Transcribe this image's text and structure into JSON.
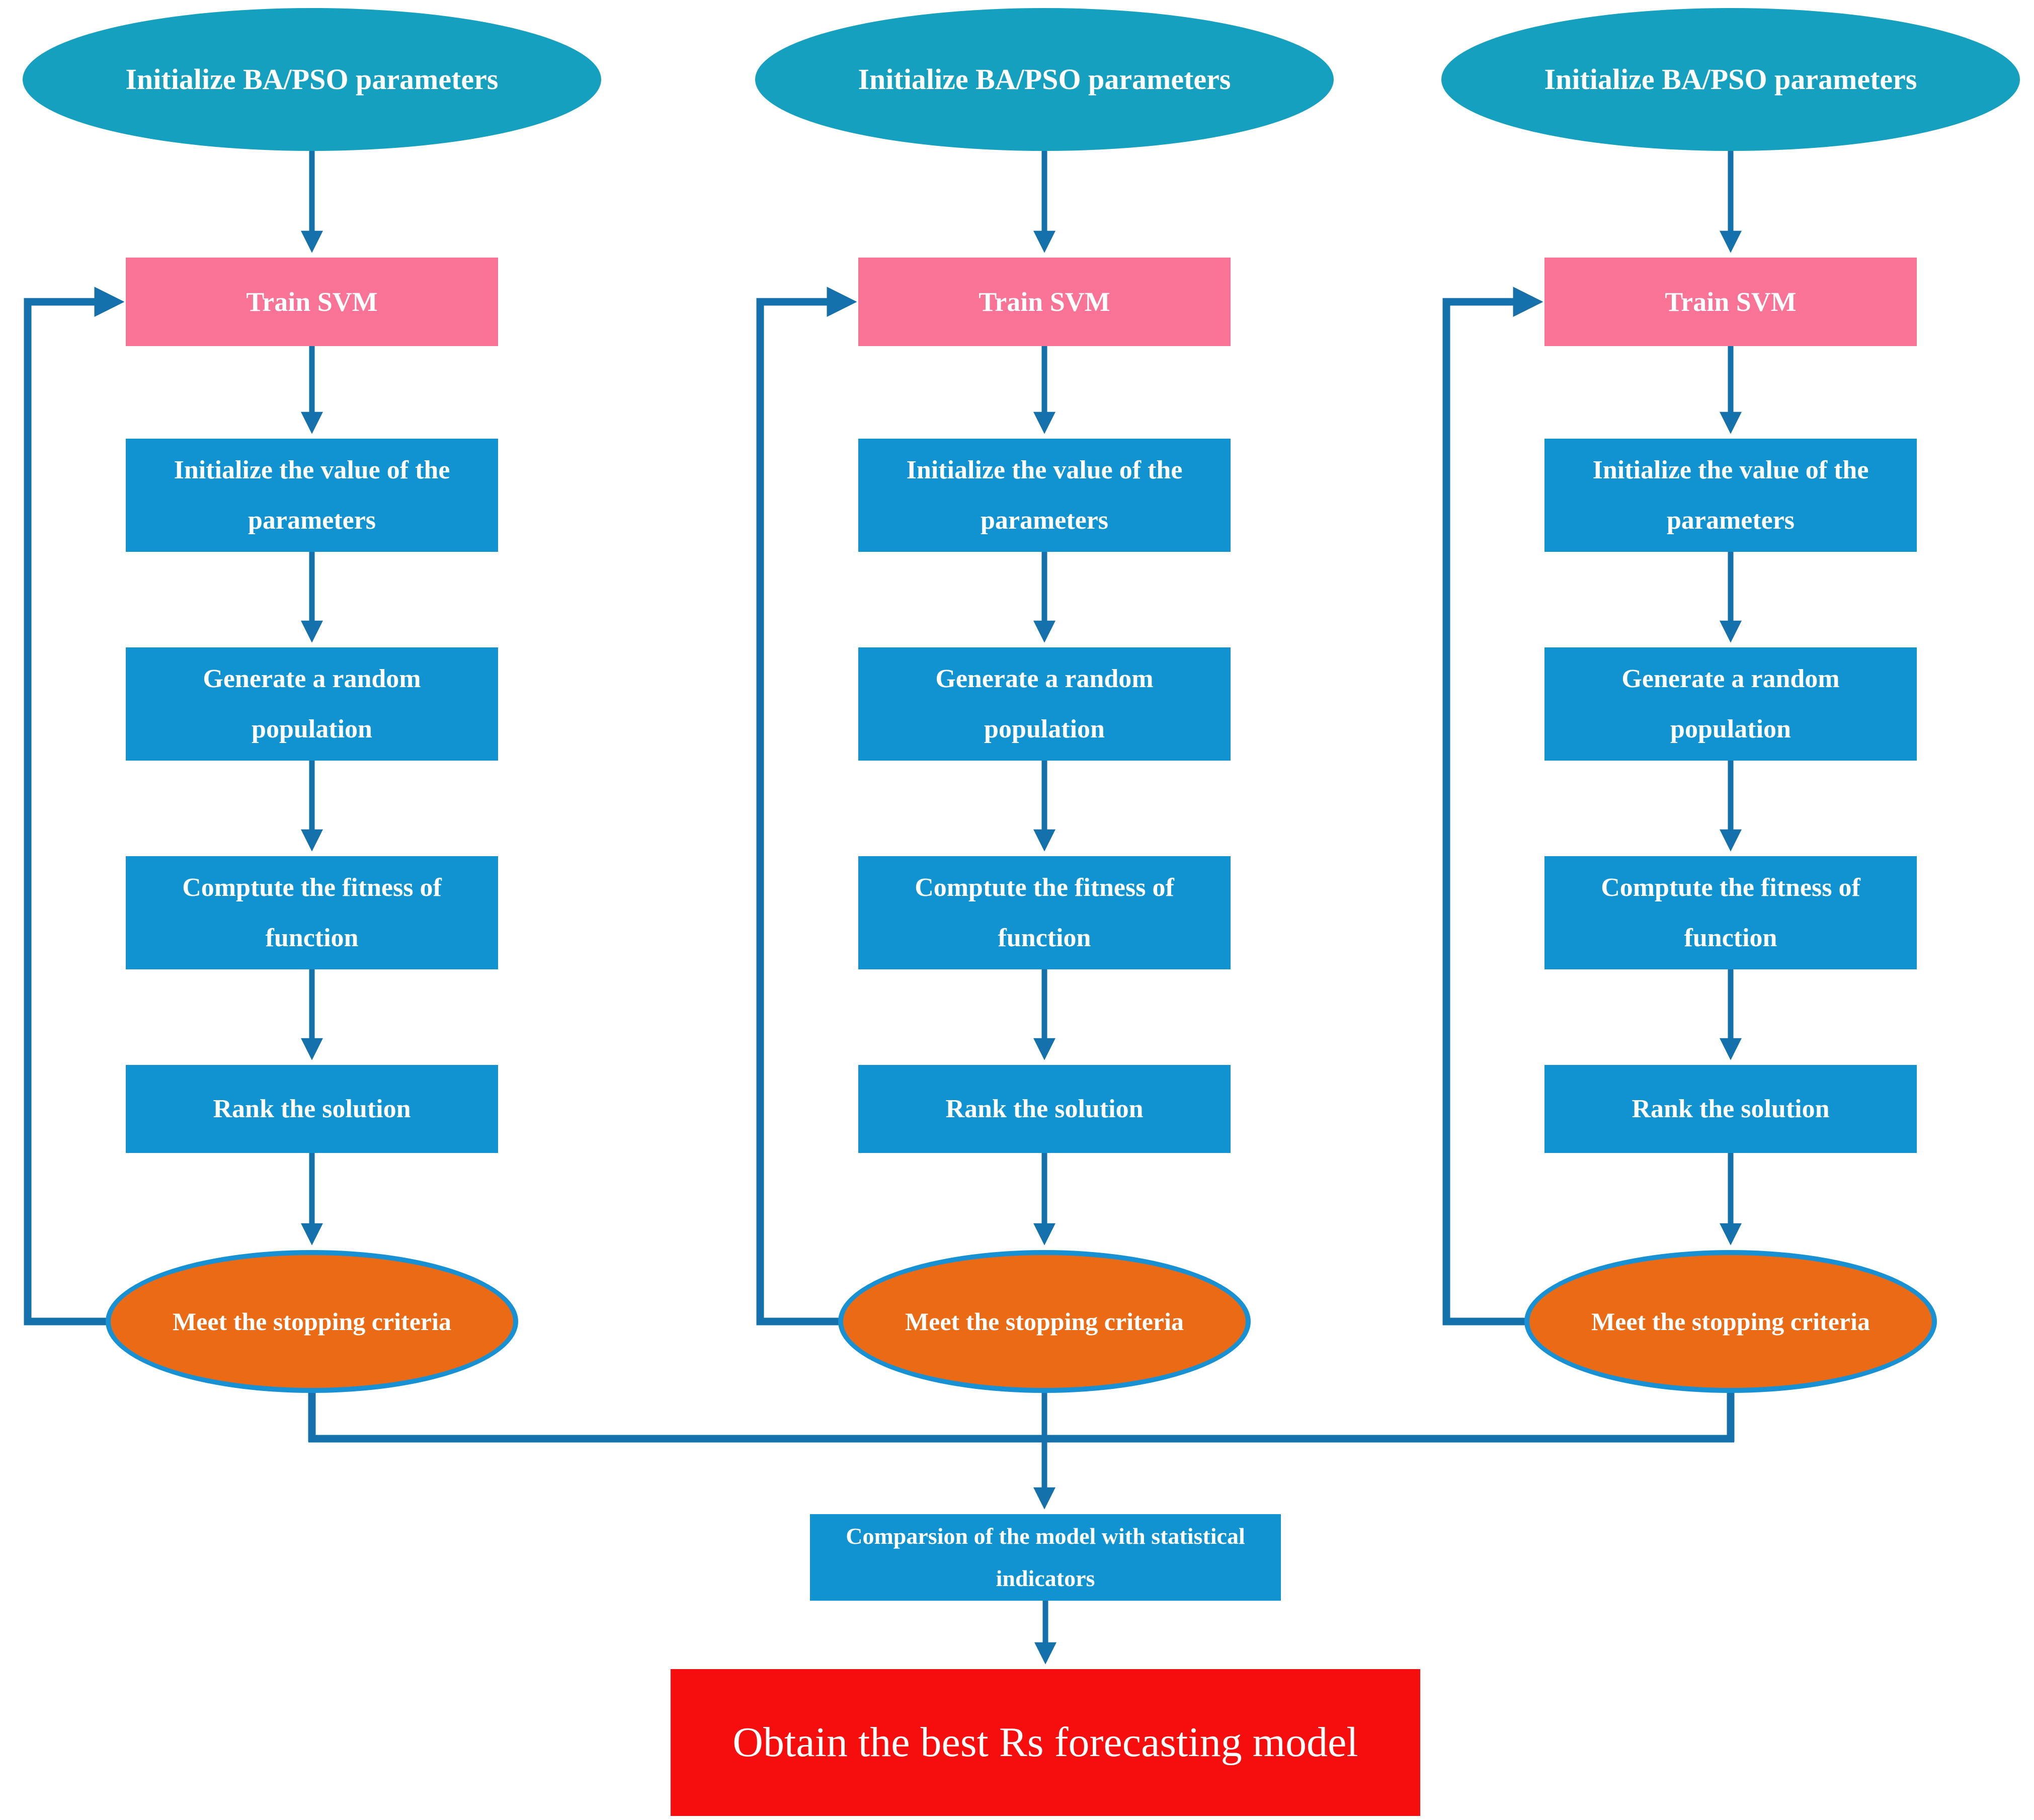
{
  "colors": {
    "background": "#ffffff",
    "teal": "#16A0BF",
    "pink": "#F97396",
    "blue": "#1193D2",
    "orange": "#EB6A15",
    "orangeborder": "#1791D3",
    "red": "#F60D0D",
    "wire": "#1571AC",
    "text": "#ffffff"
  },
  "steps": {
    "init_params": "Initialize BA/PSO parameters",
    "train_svm": "Train SVM",
    "init_value": "Initialize the value of the parameters",
    "generate_population": "Generate a random population",
    "compute_fitness": "Comptute the fitness of function",
    "rank_solution": "Rank the solution",
    "stopping_criteria": "Meet the stopping criteria"
  },
  "merge": {
    "comparison": "Comparsion of the model with statistical indicators",
    "final": "Obtain the best Rs forecasting model"
  },
  "columns": [
    {
      "name": "left"
    },
    {
      "name": "middle"
    },
    {
      "name": "right"
    }
  ]
}
